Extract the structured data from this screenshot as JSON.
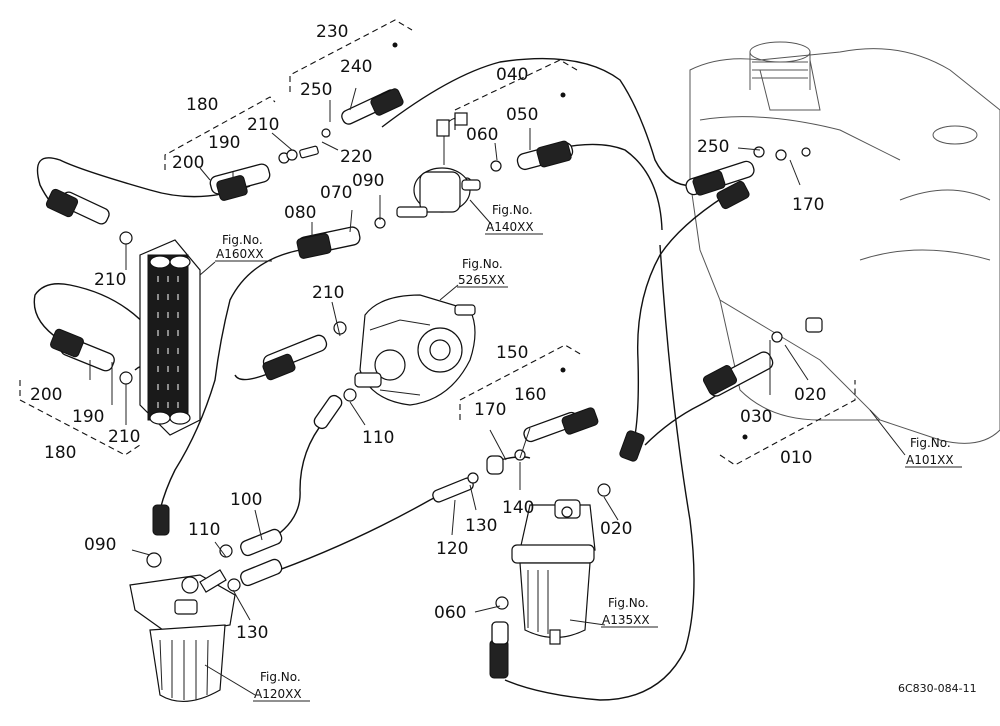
{
  "diagram": {
    "part_numbers": {
      "p010": "010",
      "p020a": "020",
      "p020b": "020",
      "p030": "030",
      "p040": "040",
      "p050": "050",
      "p060a": "060",
      "p060b": "060",
      "p070": "070",
      "p080": "080",
      "p090a": "090",
      "p090b": "090",
      "p100": "100",
      "p110a": "110",
      "p110b": "110",
      "p120": "120",
      "p130a": "130",
      "p130b": "130",
      "p140": "140",
      "p150": "150",
      "p160": "160",
      "p170a": "170",
      "p170b": "170",
      "p180a": "180",
      "p180b": "180",
      "p190a": "190",
      "p190b": "190",
      "p200a": "200",
      "p200b": "200",
      "p210a": "210",
      "p210b": "210",
      "p210c": "210",
      "p210d": "210",
      "p220": "220",
      "p230": "230",
      "p240": "240",
      "p250a": "250",
      "p250b": "250"
    },
    "fig_refs": {
      "a160": {
        "label": "Fig.No.",
        "code": "A160XX"
      },
      "a140": {
        "label": "Fig.No.",
        "code": "A140XX"
      },
      "s5265": {
        "label": "Fig.No.",
        "code": "5265XX"
      },
      "a101": {
        "label": "Fig.No.",
        "code": "A101XX"
      },
      "a135": {
        "label": "Fig.No.",
        "code": "A135XX"
      },
      "a120": {
        "label": "Fig.No.",
        "code": "A120XX"
      }
    },
    "drawing_code": "6C830-084-11"
  }
}
